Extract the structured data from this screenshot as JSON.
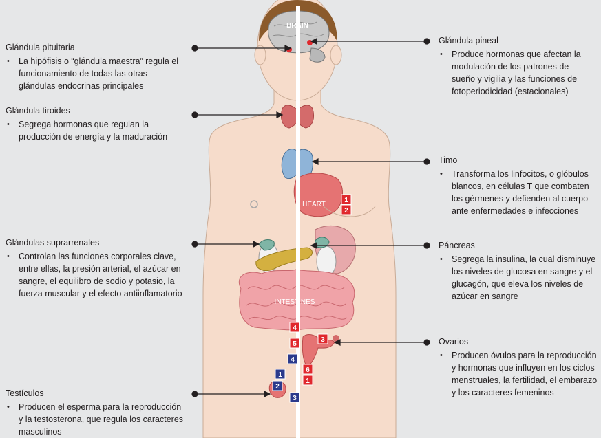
{
  "organ_labels": {
    "brain": "BRAIN",
    "heart": "HEART",
    "intestines": "INTESTINES"
  },
  "glands": {
    "pituitary": {
      "title": "Glándula pituitaria",
      "text": "La hipófisis o “glándula maestra” regula el funcionamiento de todas las otras glándulas endocrinas principales"
    },
    "thyroid": {
      "title": "Glándula tiroides",
      "text": "Segrega hormonas que regulan la producción de energía y la maduración"
    },
    "adrenal": {
      "title": "Glándulas suprarrenales",
      "text": "Controlan las funciones corporales clave, entre ellas, la presión arterial, el azúcar en sangre, el equilibro de sodio y potasio, la fuerza muscular y el efecto antiinflamatorio"
    },
    "testes": {
      "title": "Testículos",
      "text": "Producen el esperma para la reproducción y la testosterona, que regula los caracteres masculinos"
    },
    "pineal": {
      "title": "Glándula pineal",
      "text": "Produce hormonas que afectan la modulación de los patrones de sueño y vigilia y las funciones de fotoperiodicidad (estacionales)"
    },
    "thymus": {
      "title": "Timo",
      "text": "Transforma los linfocitos, o glóbulos blancos, en células T que combaten los gérmenes y defienden al cuerpo ante enfermedades e infecciones"
    },
    "pancreas": {
      "title": "Páncreas",
      "text": "Segrega la insulina, la cual disminuye los niveles de glucosa en sangre y el glucagón, que eleva los niveles de azúcar en sangre"
    },
    "ovaries": {
      "title": "Ovarios",
      "text": "Producen óvulos para la reproducción y hormonas que influyen en los ciclos menstruales, la fertilidad, el embarazo y los caracteres femeninos"
    }
  },
  "badges": {
    "red": [
      "1",
      "2",
      "3",
      "4",
      "5",
      "6",
      "1"
    ],
    "blue": [
      "1",
      "2",
      "3",
      "4"
    ]
  },
  "colors": {
    "background": "#e6e7e8",
    "skin": "#f6dccb",
    "hair": "#8b5a2b",
    "red_badge": "#e0282d",
    "blue_badge": "#2b3a8c",
    "thyroid": "#d46b6b",
    "thymus": "#8fb4d8",
    "heart": "#e57373",
    "pancreas": "#d4b040",
    "intestines": "#f0a3a8"
  }
}
